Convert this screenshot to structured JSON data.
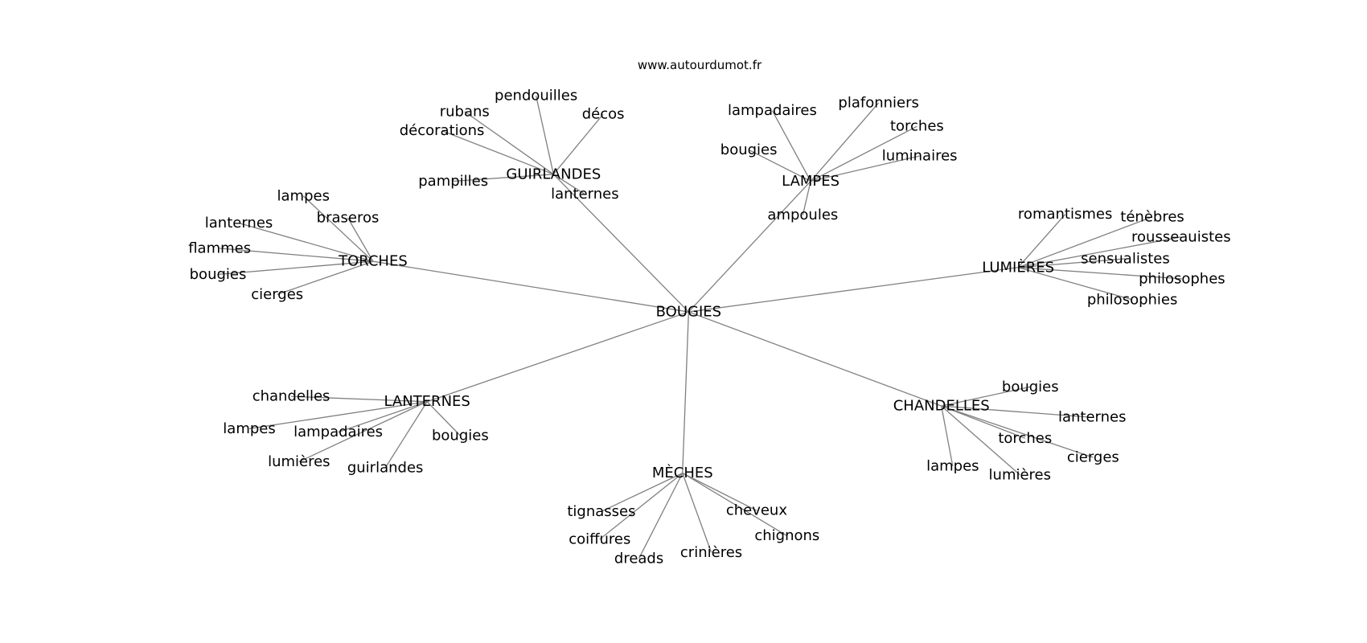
{
  "title": "www.autourdumot.fr",
  "edge_color": "#808080",
  "hub": "BOUGIES",
  "clusters": [
    {
      "label": "GUIRLANDES",
      "leaves": [
        "pendouilles",
        "rubans",
        "décos",
        "décorations",
        "pampilles",
        "lanternes"
      ]
    },
    {
      "label": "LAMPES",
      "leaves": [
        "lampadaires",
        "plafonniers",
        "torches",
        "luminaires",
        "bougies",
        "ampoules"
      ]
    },
    {
      "label": "TORCHES",
      "leaves": [
        "lampes",
        "braseros",
        "lanternes",
        "flammes",
        "bougies",
        "cierges"
      ]
    },
    {
      "label": "LUMIÈRES",
      "leaves": [
        "romantismes",
        "ténèbres",
        "rousseauistes",
        "sensualistes",
        "philosophes",
        "philosophies"
      ]
    },
    {
      "label": "LANTERNES",
      "leaves": [
        "chandelles",
        "lampes",
        "lampadaires",
        "lumières",
        "guirlandes",
        "bougies"
      ]
    },
    {
      "label": "MÈCHES",
      "leaves": [
        "tignasses",
        "cheveux",
        "coiffures",
        "chignons",
        "dreads",
        "crinières"
      ]
    },
    {
      "label": "CHANDELLES",
      "leaves": [
        "bougies",
        "lanternes",
        "torches",
        "cierges",
        "lampes",
        "lumières"
      ]
    }
  ]
}
